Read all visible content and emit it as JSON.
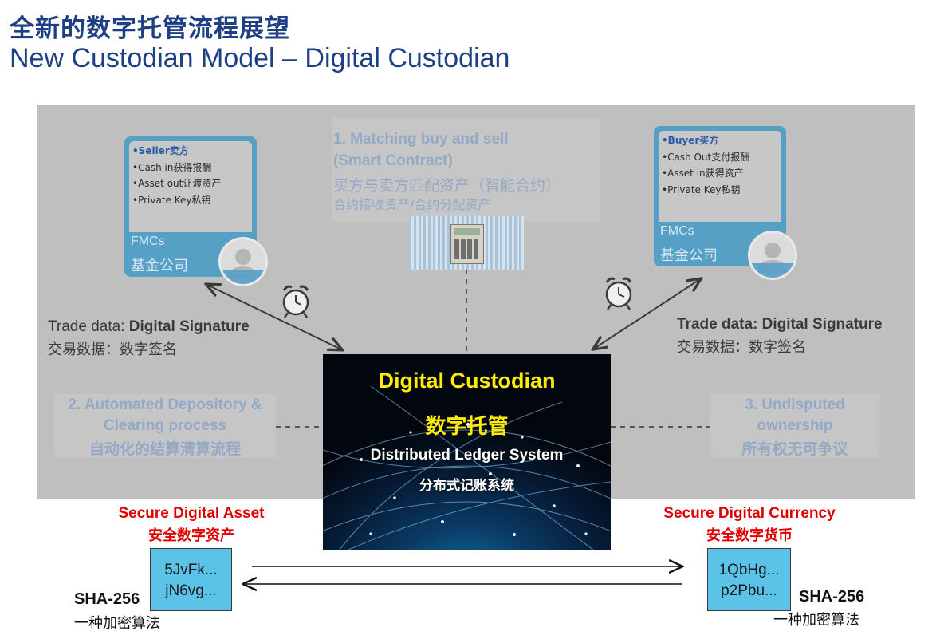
{
  "header": {
    "title_cn": "全新的数字托管流程展望",
    "title_en": "New Custodian Model – Digital Custodian"
  },
  "seller": {
    "role": "Seller卖方",
    "items": [
      "Cash in获得报酬",
      "Asset out让渡资产",
      "Private Key私钥"
    ],
    "fmc_en": "FMCs",
    "fmc_cn": "基金公司"
  },
  "buyer": {
    "role": "Buyer买方",
    "items": [
      "Cash Out支付报酬",
      "Asset in获得资产",
      "Private Key私钥"
    ],
    "fmc_en": "FMCs",
    "fmc_cn": "基金公司"
  },
  "matching": {
    "line1": "1. Matching buy and sell",
    "line2": "(Smart Contract)",
    "line3": "买方与卖方匹配资产（智能合约）",
    "line4": "合约接收资产/合约分配资产"
  },
  "trade_left": {
    "prefix": "Trade data: ",
    "bold": "Digital Signature",
    "cn": "交易数据：数字签名"
  },
  "trade_right": {
    "prefix": "Trade data: ",
    "bold": "Digital Signature",
    "cn": "交易数据：数字签名"
  },
  "depository": {
    "line1": "2. Automated Depository &",
    "line2": "Clearing process",
    "line3": "自动化的结算清算流程"
  },
  "ownership": {
    "line1": "3. Undisputed",
    "line2": "ownership",
    "line3": "所有权无可争议"
  },
  "custodian": {
    "title_en": "Digital Custodian",
    "title_cn": "数字托管",
    "sub_en": "Distributed Ledger System",
    "sub_cn": "分布式记账系统"
  },
  "asset": {
    "label_en": "Secure Digital Asset",
    "label_cn": "安全数字资产",
    "hash_line1": "5JvFk...",
    "hash_line2": "jN6vg...",
    "sha": "SHA-256",
    "sha_cn": "一种加密算法"
  },
  "currency": {
    "label_en": "Secure Digital Currency",
    "label_cn": "安全数字货币",
    "hash_line1": "1QbHg...",
    "hash_line2": "p2Pbu...",
    "sha": "SHA-256",
    "sha_cn": "一种加密算法"
  },
  "colors": {
    "title": "#1e3f83",
    "panel": "#bfbfbf",
    "card": "#56a0c6",
    "secure": "#e10000",
    "hash_box": "#5bc3e8",
    "custodian_title": "#ffeb0a"
  },
  "icons": [
    "alarm-clock-icon",
    "user-icon",
    "calculator-icon",
    "globe-network-image"
  ]
}
